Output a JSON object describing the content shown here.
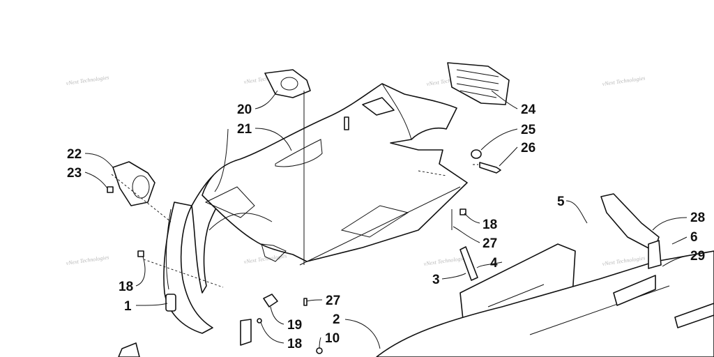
{
  "watermark": "vNext Technologies",
  "callouts": [
    "20",
    "21",
    "22",
    "23",
    "24",
    "25",
    "26",
    "5",
    "28",
    "6",
    "29",
    "18",
    "27",
    "4",
    "3",
    "18",
    "1",
    "27",
    "2",
    "19",
    "18",
    "10"
  ],
  "colors": {
    "line": "#111111",
    "watermark": "#b8b8b8",
    "background": "#ffffff"
  }
}
